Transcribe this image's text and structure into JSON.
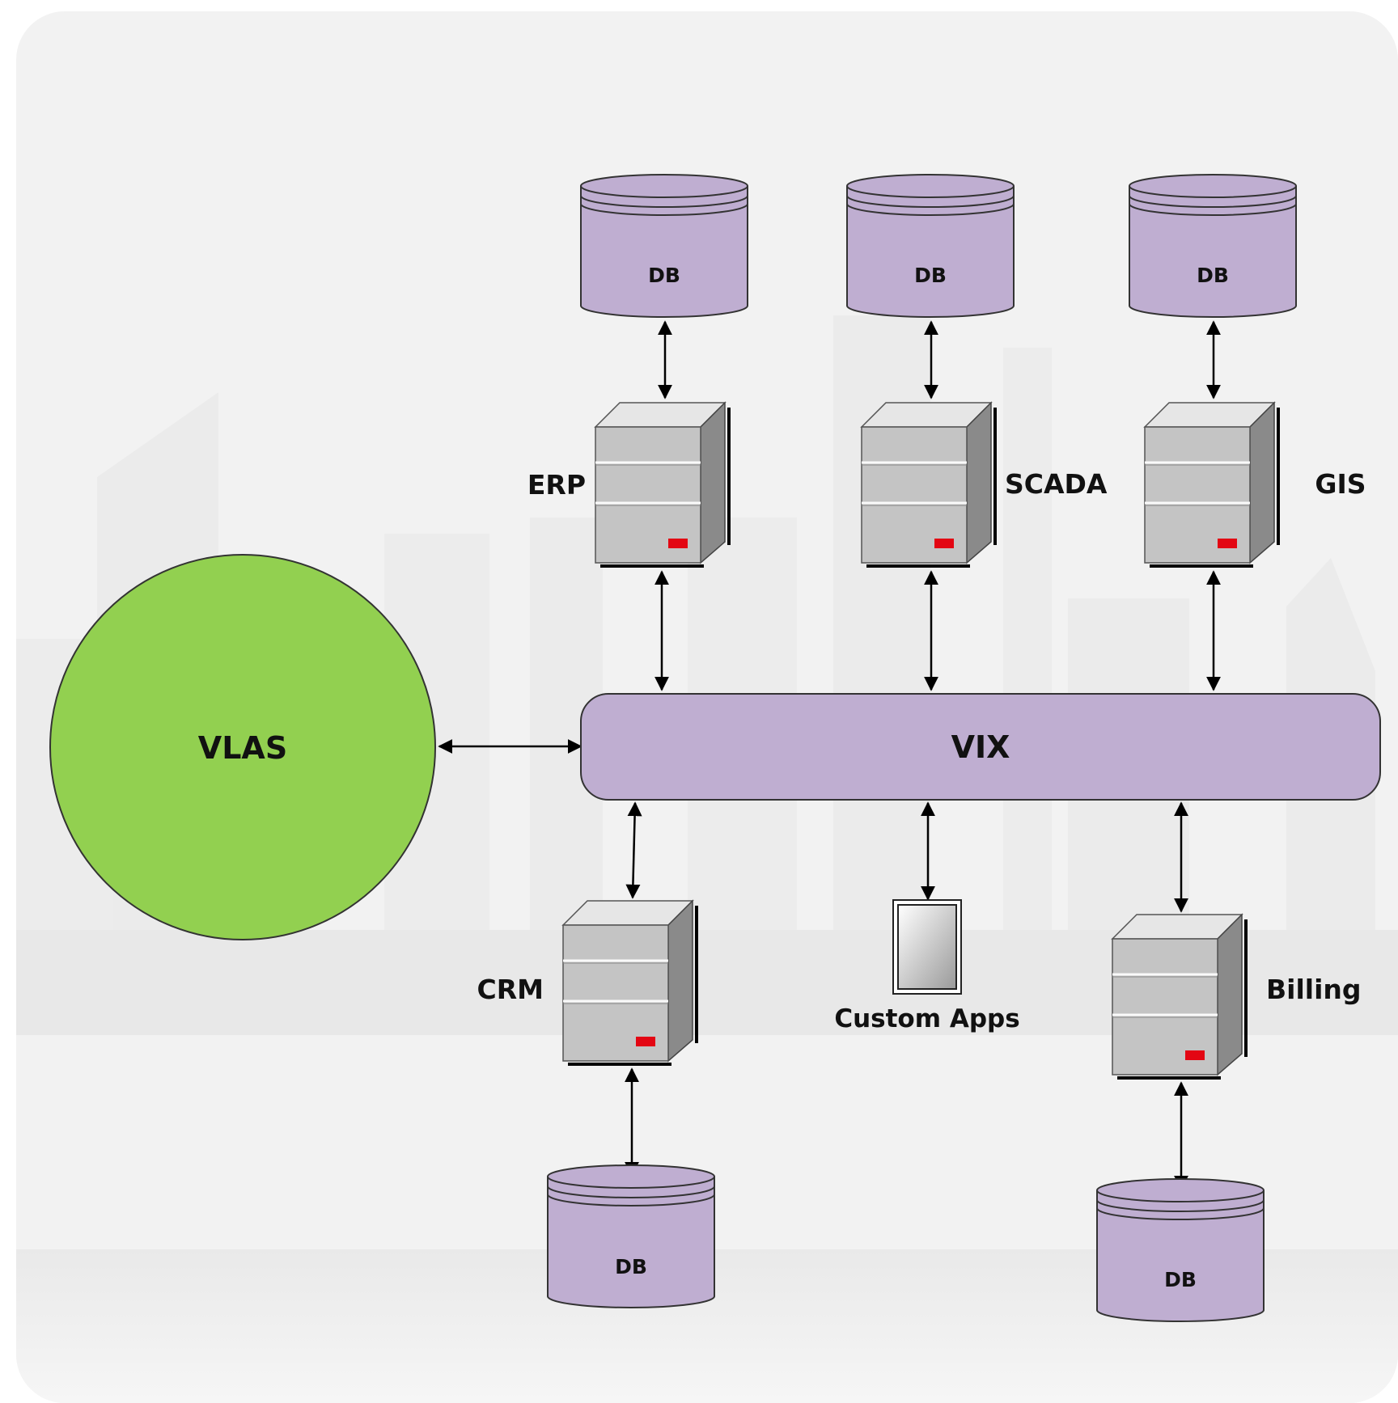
{
  "hub": {
    "label": "VLAS",
    "color": "#92D050"
  },
  "bus": {
    "label": "VIX",
    "color": "#BFAED1"
  },
  "systems": {
    "erp": {
      "label": "ERP"
    },
    "scada": {
      "label": "SCADA"
    },
    "gis": {
      "label": "GIS"
    },
    "crm": {
      "label": "CRM"
    },
    "billing": {
      "label": "Billing"
    },
    "custom": {
      "label": "Custom Apps"
    }
  },
  "databases": {
    "erp": {
      "label": "DB"
    },
    "scada": {
      "label": "DB"
    },
    "gis": {
      "label": "DB"
    },
    "crm": {
      "label": "DB"
    },
    "billing": {
      "label": "DB"
    }
  },
  "colors": {
    "database": "#BFAED1",
    "server_face": "#C4C4C4",
    "server_side": "#8A8A8A",
    "indicator": "#E30613",
    "background": "#F2F2F2"
  }
}
